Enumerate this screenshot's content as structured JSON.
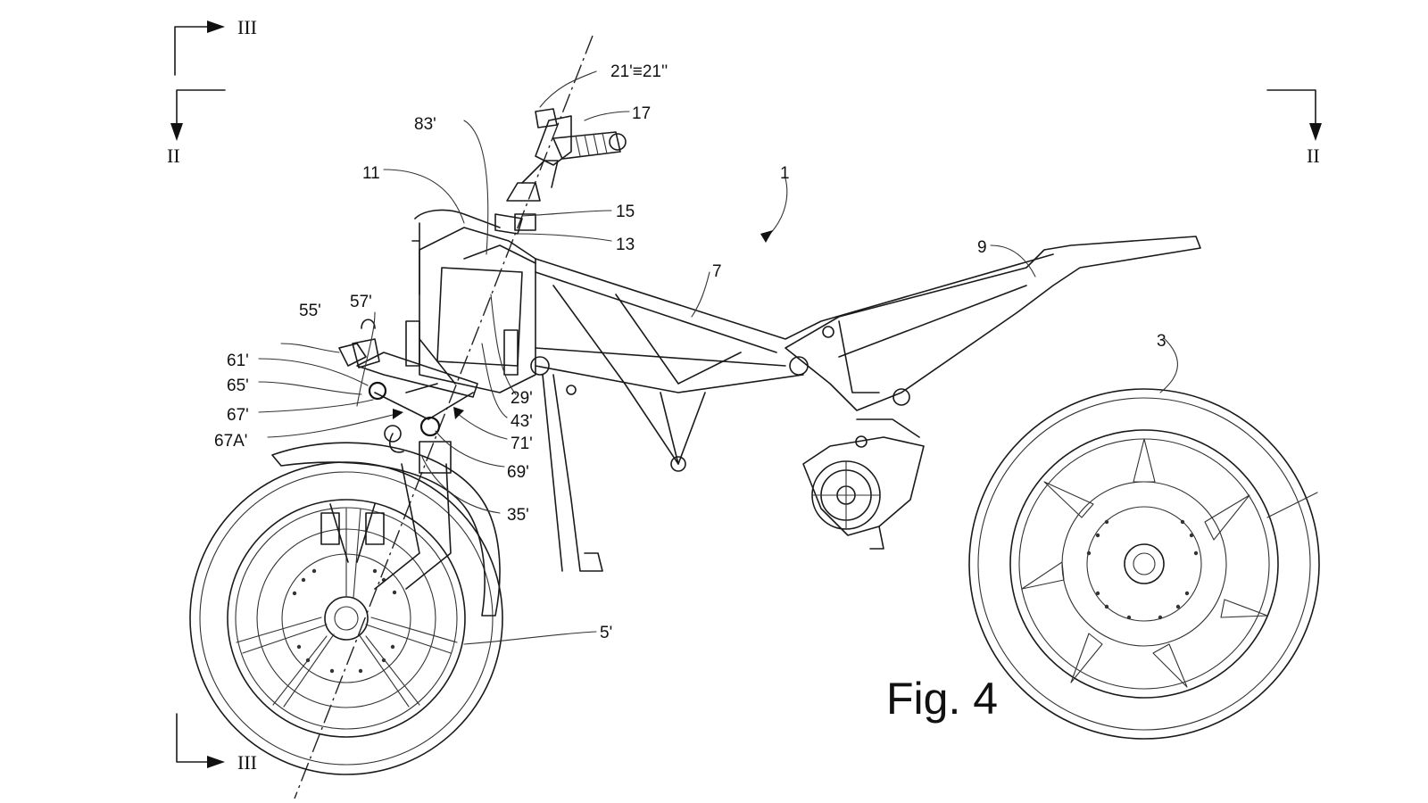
{
  "figure": {
    "caption": "Fig. 4"
  },
  "section_marks": {
    "top_left_iii": "III",
    "left_ii": "II",
    "right_ii": "II",
    "bottom_left_iii": "III"
  },
  "reference_labels": {
    "axis": "21'≡21''",
    "grip": "17",
    "bracket_83": "83'",
    "tank_11": "11",
    "steer_15": "15",
    "steer_13": "13",
    "vehicle_1": "1",
    "frame_7": "7",
    "subframe_9": "9",
    "rear_wheel_3": "3",
    "link_55": "55'",
    "link_57": "57'",
    "pivot_61": "61'",
    "pivot_65": "65'",
    "pivot_67": "67'",
    "pivot_67a": "67A'",
    "body_29": "29'",
    "body_43": "43'",
    "arm_71": "71'",
    "arm_69": "69'",
    "fork_35": "35'",
    "front_wheel_5": "5'"
  }
}
